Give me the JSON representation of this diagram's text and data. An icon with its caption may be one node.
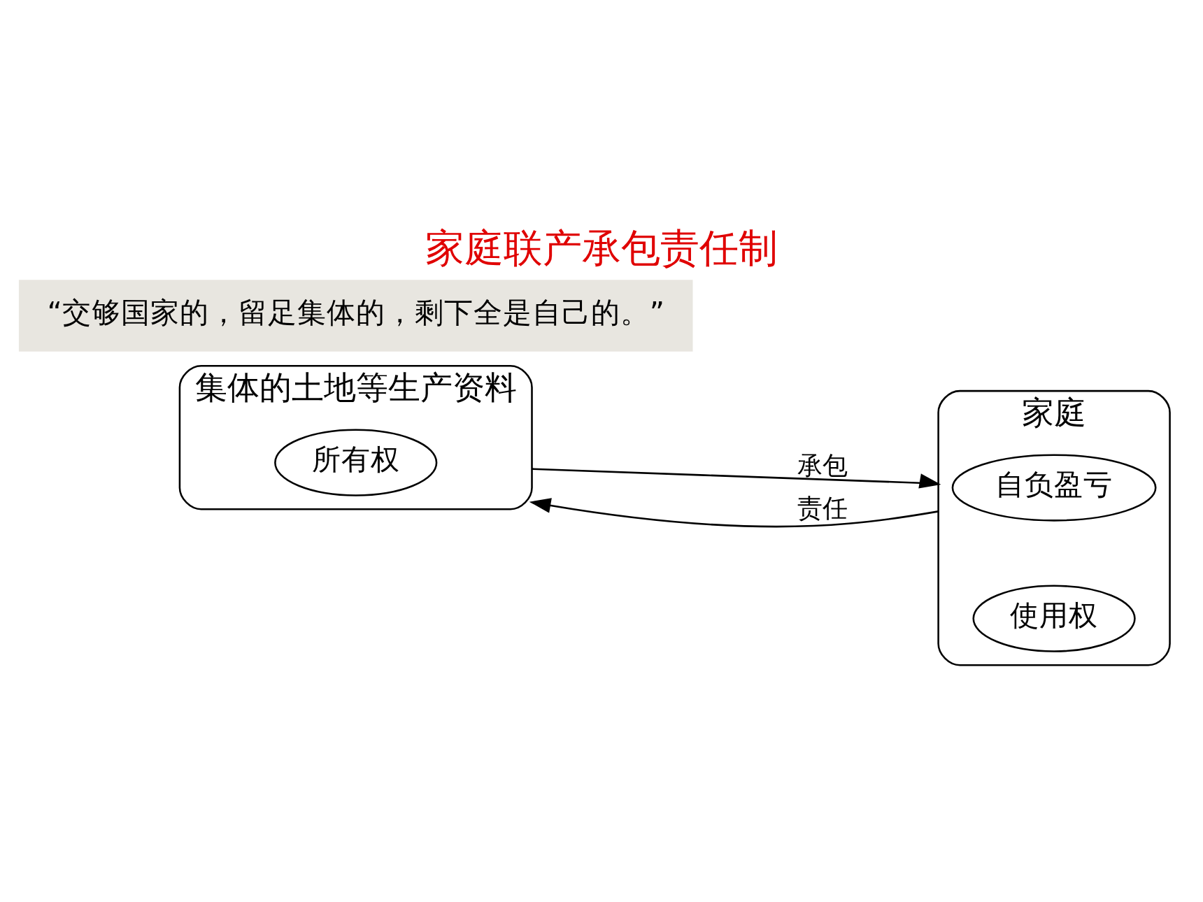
{
  "diagram": {
    "title": "家庭联产承包责任制",
    "nodes": [
      {
        "text": [
          "集体的土地等生产资料"
        ]
      },
      {
        "text": [
          "所有权"
        ],
        "in": 0
      },
      {
        "text": [
          "家庭"
        ]
      },
      {
        "text": [
          "自负盈亏"
        ],
        "in": 2
      },
      {
        "text": [
          "使用权"
        ],
        "in": 2
      }
    ],
    "edges": [
      {
        "from": 0,
        "to": 2,
        "arrow": "to",
        "label": "承包"
      },
      {
        "from": 2,
        "to": 0,
        "arrow": "to",
        "label": "责任"
      }
    ],
    "labels": [
      "“交够国家的，留足集体的，剩下全是自己的。”"
    ]
  }
}
